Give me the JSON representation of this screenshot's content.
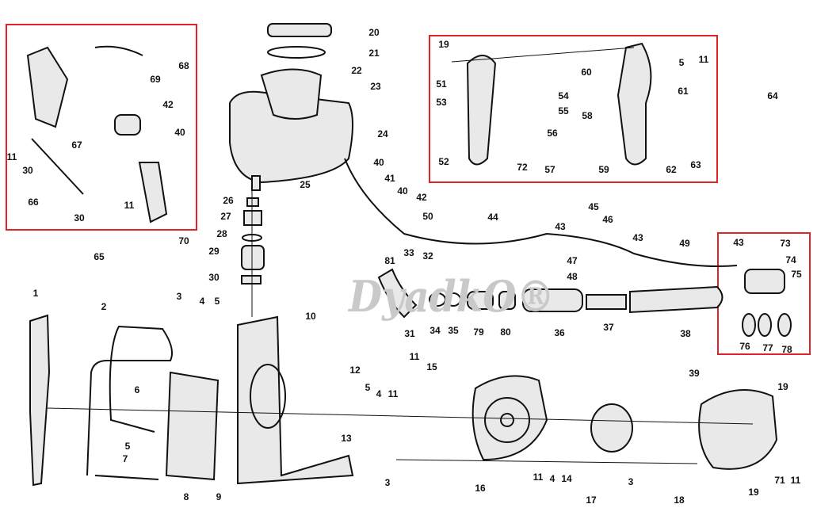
{
  "diagram": {
    "watermark": "DyadkO®",
    "callouts": [
      "68",
      "69",
      "42",
      "40",
      "67",
      "11",
      "30",
      "66",
      "30",
      "11",
      "70",
      "65",
      "20",
      "21",
      "22",
      "23",
      "24",
      "25",
      "26",
      "27",
      "28",
      "29",
      "30",
      "19",
      "51",
      "53",
      "52",
      "54",
      "55",
      "56",
      "58",
      "57",
      "72",
      "59",
      "60",
      "61",
      "62",
      "63",
      "5",
      "11",
      "64",
      "40",
      "41",
      "40",
      "42",
      "50",
      "44",
      "43",
      "45",
      "46",
      "47",
      "48",
      "43",
      "49",
      "43",
      "73",
      "74",
      "75",
      "76",
      "77",
      "78",
      "39",
      "33",
      "81",
      "32",
      "31",
      "34",
      "35",
      "79",
      "80",
      "36",
      "37",
      "38",
      "1",
      "2",
      "3",
      "4",
      "5",
      "6",
      "5",
      "7",
      "8",
      "9",
      "10",
      "11",
      "12",
      "13",
      "5",
      "4",
      "11",
      "15",
      "3",
      "16",
      "11",
      "4",
      "14",
      "17",
      "3",
      "18",
      "19",
      "19",
      "71",
      "11"
    ],
    "colors": {
      "highlight_box": "#e0232a",
      "ink": "#111111"
    }
  }
}
